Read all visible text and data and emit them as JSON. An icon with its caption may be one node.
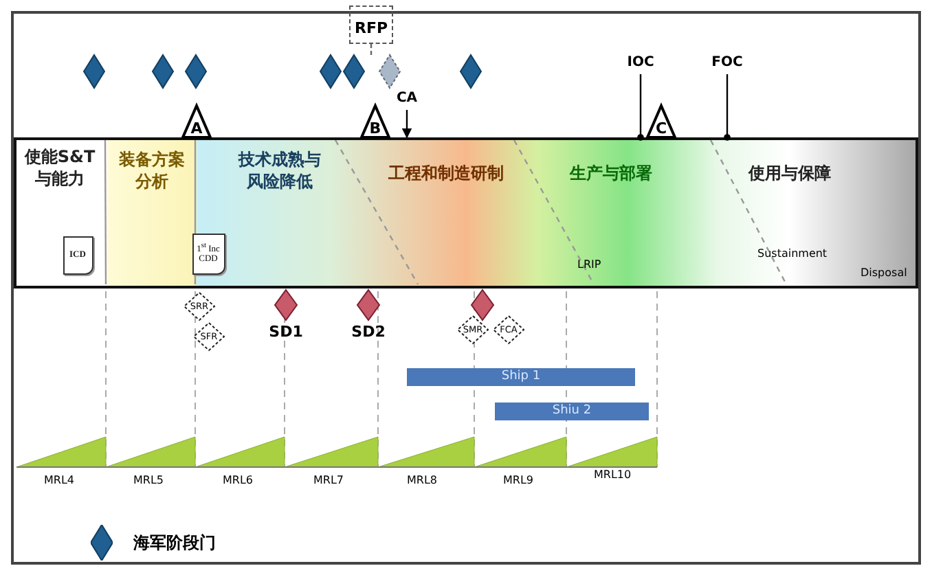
{
  "diagram": {
    "nodes": [
      {
        "text": [],
        "shape": "box"
      },
      {
        "text": [
          "使能S&T与能力"
        ],
        "in": 0
      },
      {
        "text": [
          "装备方案分析"
        ],
        "in": 0
      },
      {
        "text": [
          "技术成熟与风险降低"
        ],
        "in": 0
      },
      {
        "text": [
          "工程和制造研制"
        ],
        "in": 0
      },
      {
        "text": [
          "生产与部署"
        ],
        "in": 0
      },
      {
        "text": [
          "使用与保障"
        ],
        "in": 0
      },
      {
        "text": [
          "ICD"
        ],
        "in": 1
      },
      {
        "text": [
          "1$^{st}$ Inc CDD"
        ],
        "in": 0
      },
      {
        "text": [
          "A"
        ]
      },
      {
        "text": [
          "B"
        ]
      },
      {
        "text": [
          "C"
        ]
      },
      {
        "text": [
          "RFP"
        ]
      },
      {
        "text": [
          "CA"
        ]
      },
      {
        "text": [
          "IOC"
        ]
      },
      {
        "text": [
          "FOC"
        ]
      },
      {
        "text": [],
        "shape": "diamond"
      },
      {
        "text": [],
        "shape": "diamond"
      },
      {
        "text": [],
        "shape": "diamond"
      },
      {
        "text": [],
        "shape": "diamond"
      },
      {
        "text": [],
        "shape": "diamond"
      },
      {
        "text": [],
        "shape": "diamond"
      },
      {
        "text": [],
        "shape": "diamond"
      },
      {
        "text": [
          "SRR"
        ]
      },
      {
        "text": [
          "SFR"
        ]
      },
      {
        "text": [],
        "shape": "diamond",
        "beside": [
          "SD1"
        ]
      },
      {
        "text": [],
        "shape": "diamond",
        "beside": [
          "SD2"
        ]
      },
      {
        "text": [],
        "shape": "diamond"
      },
      {
        "text": [
          "SMR"
        ]
      },
      {
        "text": [
          "FCA"
        ]
      },
      {
        "text": [
          "Ship 1"
        ]
      },
      {
        "text": [
          "Shiu 2"
        ]
      }
    ],
    "edges": [
      {
        "from": 13,
        "to": 0,
        "arrow": "to"
      },
      {
        "from": 14,
        "to": 0,
        "arrow": "other"
      },
      {
        "from": 15,
        "to": 0,
        "arrow": "other"
      },
      {
        "from": 12,
        "to": 21,
        "arrow": "none",
        "style": "dashed",
        "color": "#666666"
      }
    ],
    "labels": [
      "LRIP",
      "Sustainment",
      "Disposal",
      "MRL4",
      "MRL5",
      "MRL6",
      "MRL7",
      "MRL8",
      "MRL9",
      "MRL10"
    ],
    "legend": [
      {
        "text": "海军阶段门"
      }
    ]
  }
}
